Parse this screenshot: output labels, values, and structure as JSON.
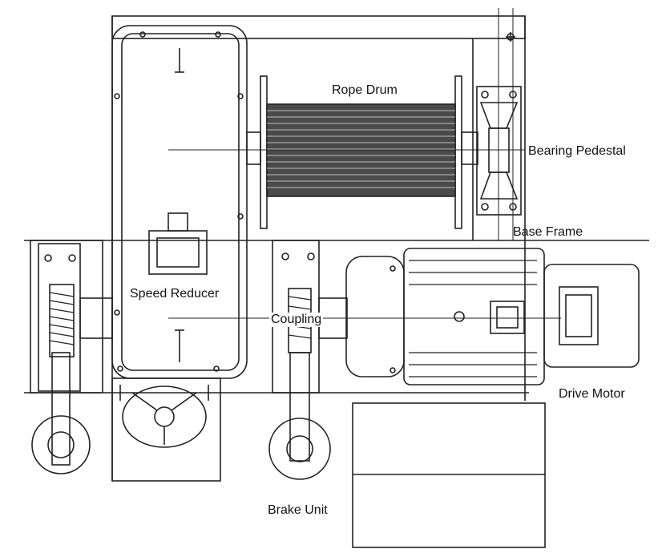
{
  "labels": {
    "rope_drum": "Rope Drum",
    "bearing_pedestal": "Bearing Pedestal",
    "base_frame": "Base Frame",
    "speed_reducer": "Speed Reducer",
    "coupling": "Coupling",
    "drive_motor": "Drive Motor",
    "brake_unit": "Brake Unit"
  },
  "colors": {
    "line": "#222222",
    "drum_fill": "#4a4a4a",
    "background": "#ffffff"
  }
}
